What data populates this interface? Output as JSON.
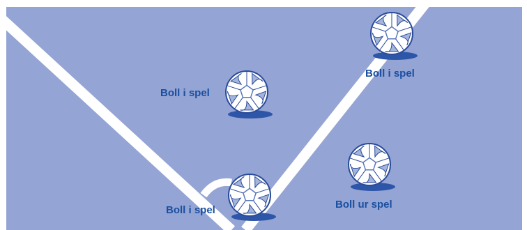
{
  "colors": {
    "field": "#94a4d4",
    "line": "#ffffff",
    "label": "#1a4fa0",
    "ball_outline": "#2a4a9a",
    "ball_panel": "#5a78c0",
    "shadow": "#2e56a8"
  },
  "balls": [
    {
      "label": "Boll i spel",
      "status": "in-play"
    },
    {
      "label": "Boll i spel",
      "status": "in-play"
    },
    {
      "label": "Boll ur spel",
      "status": "out-of-play"
    },
    {
      "label": "Boll i spel",
      "status": "in-play"
    }
  ]
}
